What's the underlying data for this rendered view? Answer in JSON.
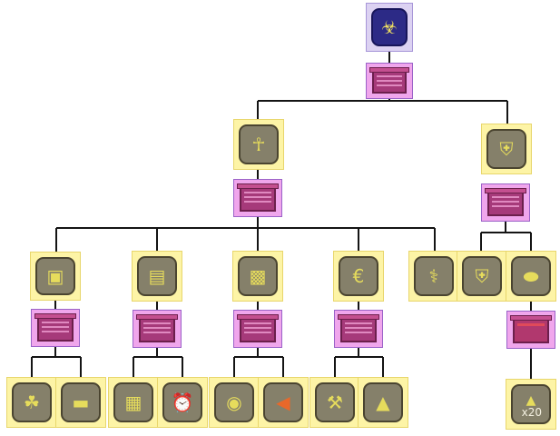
{
  "diagram": {
    "line_color": "#141414",
    "colors": {
      "item_bg": "#fdf4a6",
      "station_bg": "#f0a6ec",
      "root_bg": "#dcd2f2",
      "icon_fill": "#85806a"
    },
    "root": {
      "icon": "ankh-shield-icon"
    },
    "stations": [
      "tinkerers-workshop-icon",
      "computer-station-icon"
    ],
    "nodes": [
      {
        "id": "obsidian-shield",
        "icon": "shield-icon"
      },
      {
        "id": "ankh-charm",
        "icon": "ankh-icon"
      },
      {
        "id": "armor-bracing",
        "icon": "bracing-icon"
      },
      {
        "id": "medicated-bandage",
        "icon": "bandage-icon"
      },
      {
        "id": "the-plan",
        "icon": "map-icon"
      },
      {
        "id": "countercurse-mantra",
        "icon": "scroll-icon"
      },
      {
        "id": "reflective-shades",
        "icon": "shades-icon"
      },
      {
        "id": "cobalt-shield",
        "icon": "cobalt-shield-icon"
      },
      {
        "id": "obsidian-skull",
        "icon": "skull-icon"
      },
      {
        "id": "adhesive-bandage",
        "icon": "adhesive-bandage-icon"
      },
      {
        "id": "bezoar",
        "icon": "bezoar-icon"
      },
      {
        "id": "armor-polish",
        "icon": "polish-icon"
      },
      {
        "id": "vitamins",
        "icon": "vitamins-icon"
      },
      {
        "id": "trifold-map",
        "icon": "trifold-map-icon"
      },
      {
        "id": "fast-clock",
        "icon": "clock-icon"
      },
      {
        "id": "megaphone",
        "icon": "megaphone-icon"
      },
      {
        "id": "nazar",
        "icon": "nazar-icon"
      },
      {
        "id": "blindfold",
        "icon": "blindfold-icon"
      },
      {
        "id": "pocket-mirror",
        "icon": "mirror-icon"
      },
      {
        "id": "hellstone-bar",
        "icon": "hellstone-bar-icon"
      }
    ],
    "stack_counts": {
      "hellstone-bar": "x20"
    }
  }
}
